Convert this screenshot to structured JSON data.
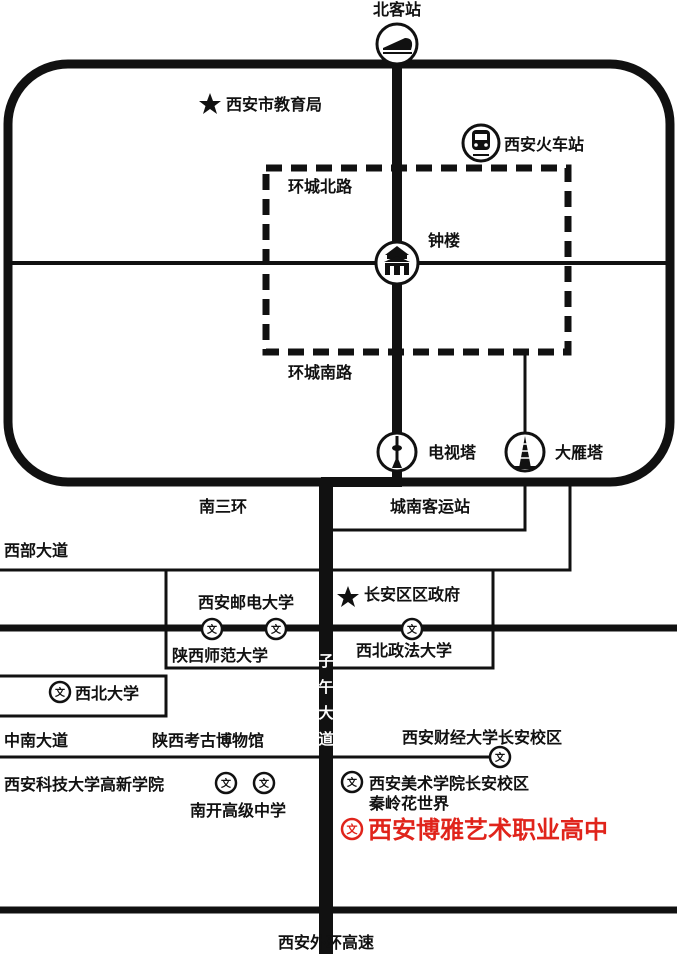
{
  "labels": {
    "north_station": "北客站",
    "edu_bureau": "西安市教育局",
    "railway_station": "西安火车站",
    "ring_north": "环城北路",
    "bell_tower": "钟楼",
    "ring_south": "环城南路",
    "tv_tower": "电视塔",
    "big_goose": "大雁塔",
    "south_third_ring": "南三环",
    "south_bus_station": "城南客运站",
    "xibu_avenue": "西部大道",
    "posts_univ": "西安邮电大学",
    "changan_gov": "长安区区政府",
    "normal_univ": "陕西师范大学",
    "law_univ": "西北政法大学",
    "northwest_univ": "西北大学",
    "zhongnan_avenue": "中南大道",
    "archaeology_museum": "陕西考古博物馆",
    "finance_univ": "西安财经大学长安校区",
    "tech_univ": "西安科技大学高新学院",
    "art_academy": "西安美术学院长安校区",
    "qinling": "秦岭花世界",
    "nankai_school": "南开高级中学",
    "target_school": "西安博雅艺术职业高中",
    "outer_ring": "西安外环高速",
    "ziwu_avenue": [
      "子",
      "午",
      "大",
      "道"
    ],
    "wen_glyph": "文"
  },
  "colors": {
    "road": "#111111",
    "highlight": "#e0241b",
    "background": "#ffffff"
  },
  "icons": {
    "north_station": "train-icon",
    "railway_station": "train-front-icon",
    "bell_tower": "bell-tower-icon",
    "tv_tower": "tv-tower-icon",
    "big_goose": "pagoda-icon",
    "school": "school-marker-icon",
    "government": "star-icon"
  }
}
